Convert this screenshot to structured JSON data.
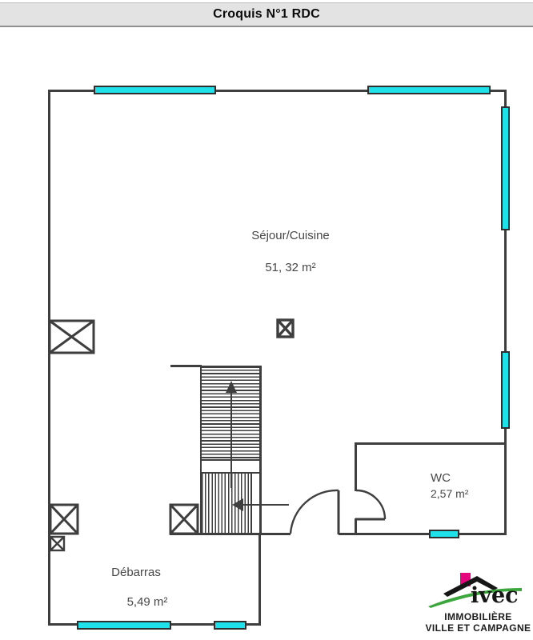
{
  "header": {
    "title": "Croquis N°1 RDC"
  },
  "plan": {
    "rooms": {
      "sejour": {
        "name": "Séjour/Cuisine",
        "area": "51, 32 m²"
      },
      "wc": {
        "name": "WC",
        "area": "2,57 m²"
      },
      "debarras": {
        "name": "Débarras",
        "area": "5,49 m²"
      }
    },
    "symbols": {
      "window_marker": "window-opening",
      "crossed_box": "post-or-duct-symbol",
      "stair_up_arrow": "direction-up",
      "entry_arrow": "direction-in"
    },
    "colors": {
      "wall": "#3e3e3e",
      "window": "#1ee1e9"
    }
  },
  "logo": {
    "brand": "ivec",
    "line1": "IMMOBILIÈRE",
    "line2": "VILLE ET CAMPAGNE",
    "colors": {
      "pink": "#e5067e",
      "green": "#3aa63c",
      "black": "#161616"
    }
  }
}
